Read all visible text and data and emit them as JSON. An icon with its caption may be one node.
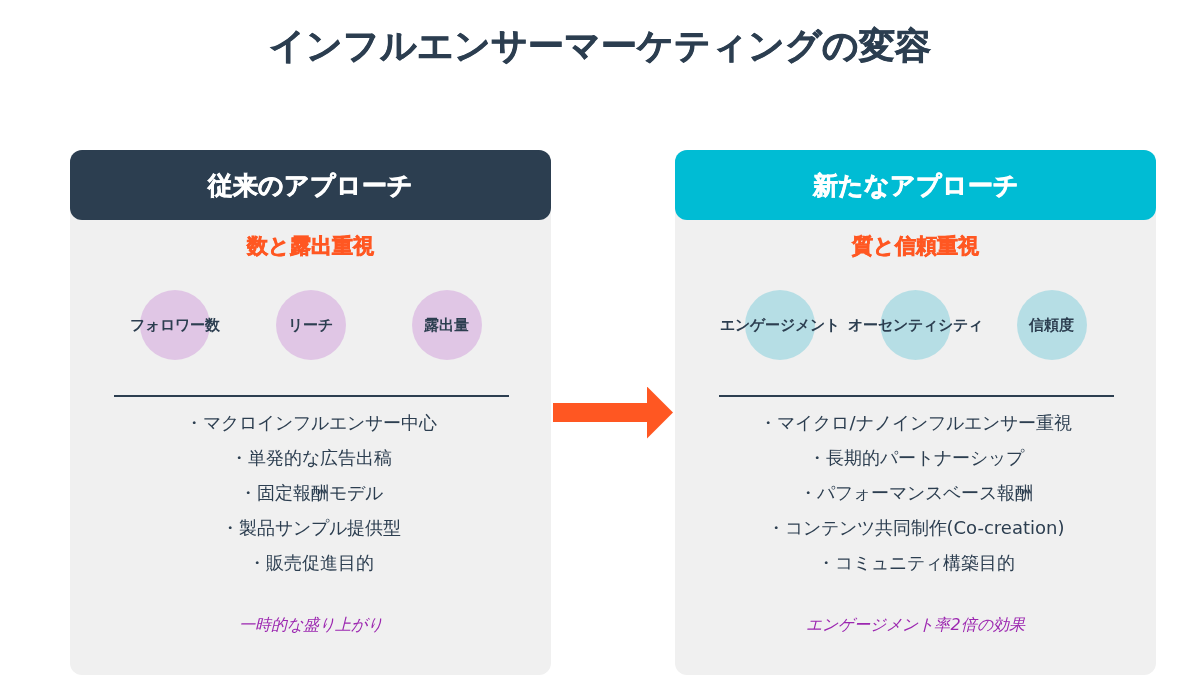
{
  "diagram": {
    "title": "インフルエンサーマーケティングの変容",
    "nodes": [
      {
        "text": [
          "従来のアプローチ",
          "数と露出重視",
          "・マクロインフルエンサー中心",
          "・単発的な広告出稿",
          "・固定報酬モデル",
          "・製品サンプル提供型",
          "・販売促進目的",
          "一時的な盛り上がり"
        ]
      },
      {
        "text": [
          "フォロワー数"
        ],
        "in": 0
      },
      {
        "text": [
          "リーチ"
        ],
        "in": 0
      },
      {
        "text": [
          "露出量"
        ],
        "in": 0
      },
      {
        "text": [
          "新たなアプローチ",
          "質と信頼重視",
          "・マイクロ/ナノインフルエンサー重視",
          "・長期的パートナーシップ",
          "・パフォーマンスベース報酬",
          "・コンテンツ共同制作(Co-creation)",
          "・コミュニティ構築目的",
          "エンゲージメント率2倍の効果"
        ]
      },
      {
        "text": [
          "エンゲージメント"
        ],
        "in": 4
      },
      {
        "text": [
          "オーセンティシティ"
        ],
        "in": 4
      },
      {
        "text": [
          "信頼度"
        ],
        "in": 4
      }
    ],
    "edges": [
      {
        "from": 0,
        "to": 4,
        "arrow": "to"
      }
    ]
  }
}
